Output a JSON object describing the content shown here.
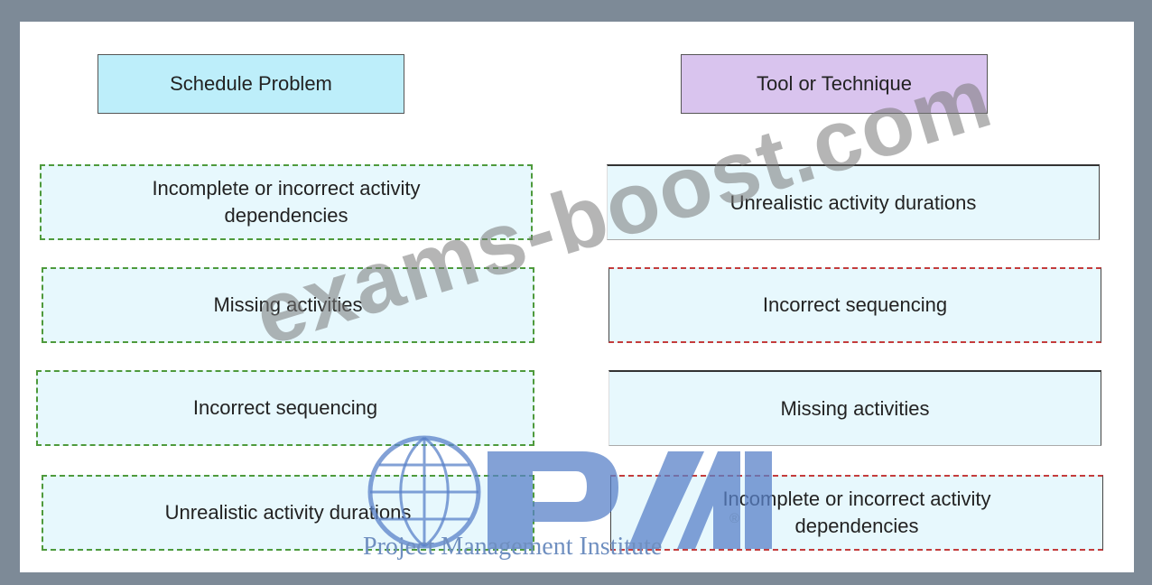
{
  "headers": {
    "left": "Schedule Problem",
    "right": "Tool or Technique"
  },
  "left_items": [
    {
      "lines": [
        "Incomplete or incorrect activity",
        "dependencies"
      ]
    },
    {
      "lines": [
        "Missing activities"
      ]
    },
    {
      "lines": [
        "Incorrect sequencing"
      ]
    },
    {
      "lines": [
        "Unrealistic activity durations"
      ]
    }
  ],
  "right_items": [
    {
      "lines": [
        "Unrealistic activity durations"
      ]
    },
    {
      "lines": [
        "Incorrect sequencing"
      ]
    },
    {
      "lines": [
        "Missing activities"
      ]
    },
    {
      "lines": [
        "Incomplete or incorrect activity",
        "dependencies"
      ]
    }
  ],
  "watermark": {
    "text": "exams-boost.com"
  },
  "logo": {
    "text": "Project Management Institute",
    "registered": "®",
    "icon": "pmi-globe-logo"
  },
  "colors": {
    "frame": "#7d8a97",
    "header_left": "#bdeefa",
    "header_right": "#d9c4ee",
    "box_fill": "#e7f8fd",
    "green_dash": "#4e9a3c",
    "red_dash": "#c43c3c",
    "logo_blue": "#6f8fc0"
  }
}
